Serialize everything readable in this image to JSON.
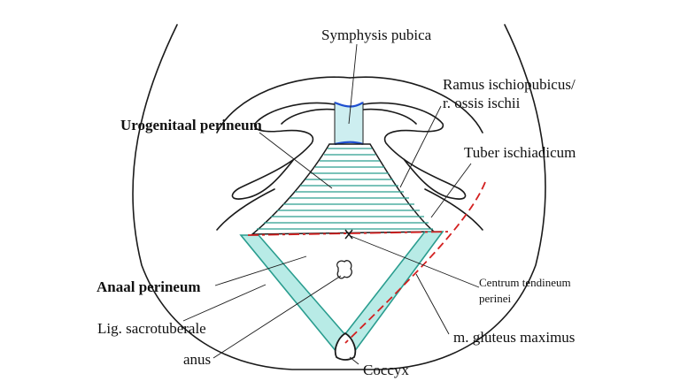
{
  "labels": {
    "symphysis": "Symphysis pubica",
    "ramus_line1": "Ramus ischiopubicus/",
    "ramus_line2": "r. ossis ischii",
    "urogenitaal": "Urogenitaal perineum",
    "tuber": "Tuber ischiadicum",
    "centrum_line1": "Centrum tendineum",
    "centrum_line2": "perinei",
    "anaal": "Anaal perineum",
    "lig": "Lig. sacrotuberale",
    "anus": "anus",
    "gluteus": "m. gluteus maximus",
    "coccyx": "Coccyx"
  },
  "colors": {
    "outline": "#1a1a1a",
    "hatch": "#2a9d8f",
    "ligament_fill": "#b8ebe6",
    "symphysis_fill": "#cdeef0",
    "symphysis_edge": "#1f4fd0",
    "dashed_line": "#d32020"
  }
}
